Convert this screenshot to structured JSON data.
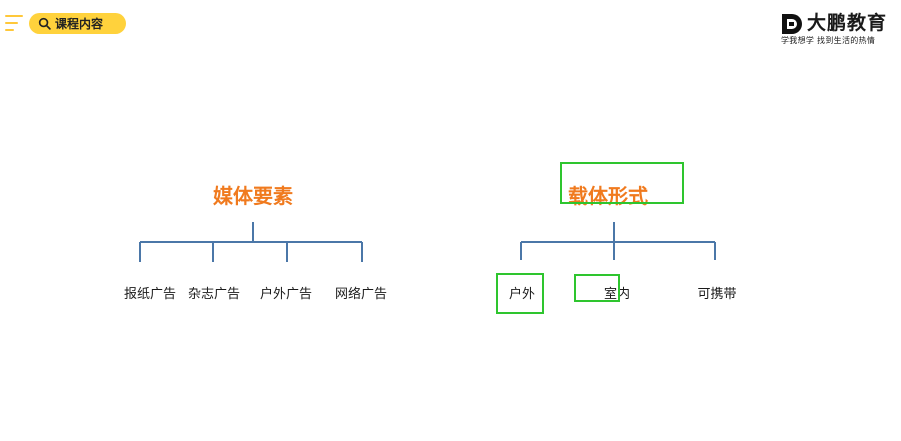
{
  "toolbar": {
    "menu_icon": "menu-lines-icon",
    "search_icon": "search-icon",
    "course_button_label": "课程内容",
    "accent_color": "#ffd23c"
  },
  "brand": {
    "logo_icon": "dapeng-logo-icon",
    "name": "大鹏教育",
    "slogan": "学我想学 找到生活的热情"
  },
  "diagram": {
    "title_color": "#f07a1e",
    "line_color": "#4b77a8",
    "highlight_color": "#2ec52e",
    "left_tree": {
      "title": "媒体要素",
      "children": [
        "报纸广告",
        "杂志广告",
        "户外广告",
        "网络广告"
      ]
    },
    "right_tree": {
      "title": "载体形式",
      "children": [
        "户外",
        "室内",
        "可携带"
      ]
    }
  }
}
